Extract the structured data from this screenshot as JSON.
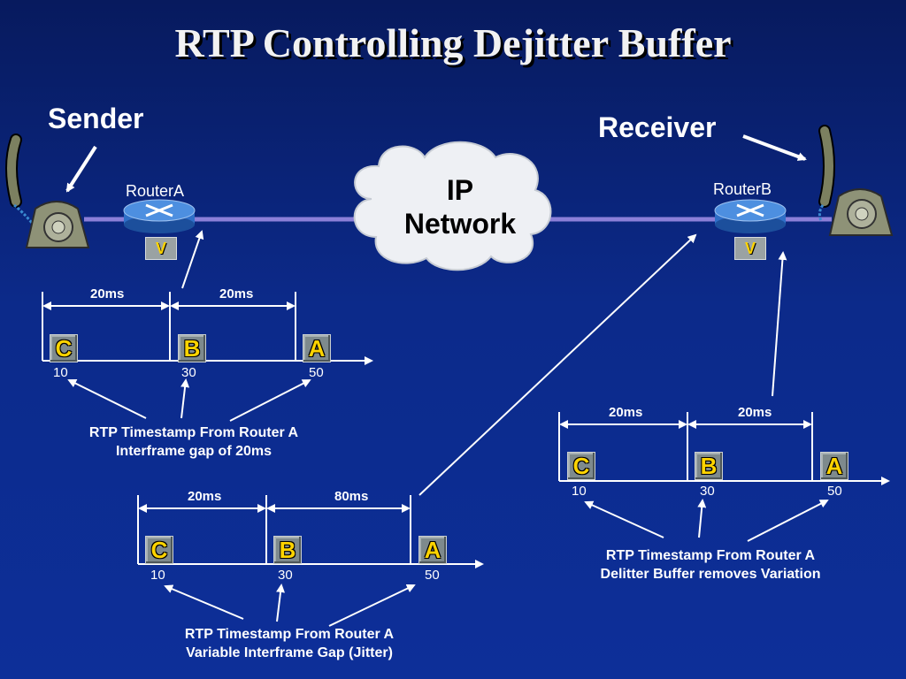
{
  "title": "RTP Controlling Dejitter Buffer",
  "sender_label": "Sender",
  "receiver_label": "Receiver",
  "router_a": {
    "label": "RouterA",
    "badge": "V"
  },
  "router_b": {
    "label": "RouterB",
    "badge": "V"
  },
  "cloud": {
    "line1": "IP",
    "line2": "Network"
  },
  "timeline_a": {
    "gaps": [
      "20ms",
      "20ms"
    ],
    "packets": [
      {
        "label": "C",
        "ts": "10"
      },
      {
        "label": "B",
        "ts": "30"
      },
      {
        "label": "A",
        "ts": "50"
      }
    ],
    "caption1": "RTP Timestamp From Router A",
    "caption2": "Interframe gap of 20ms"
  },
  "timeline_jitter": {
    "gaps": [
      "20ms",
      "80ms"
    ],
    "packets": [
      {
        "label": "C",
        "ts": "10"
      },
      {
        "label": "B",
        "ts": "30"
      },
      {
        "label": "A",
        "ts": "50"
      }
    ],
    "caption1": "RTP Timestamp From Router A",
    "caption2": "Variable Interframe Gap (Jitter)"
  },
  "timeline_b": {
    "gaps": [
      "20ms",
      "20ms"
    ],
    "packets": [
      {
        "label": "C",
        "ts": "10"
      },
      {
        "label": "B",
        "ts": "30"
      },
      {
        "label": "A",
        "ts": "50"
      }
    ],
    "caption1": "RTP Timestamp From Router A",
    "caption2": "Delitter Buffer removes Variation"
  },
  "colors": {
    "background": "#0c2a8a",
    "packet_letter": "#ffd400",
    "link_line": "#7d6fd0"
  }
}
